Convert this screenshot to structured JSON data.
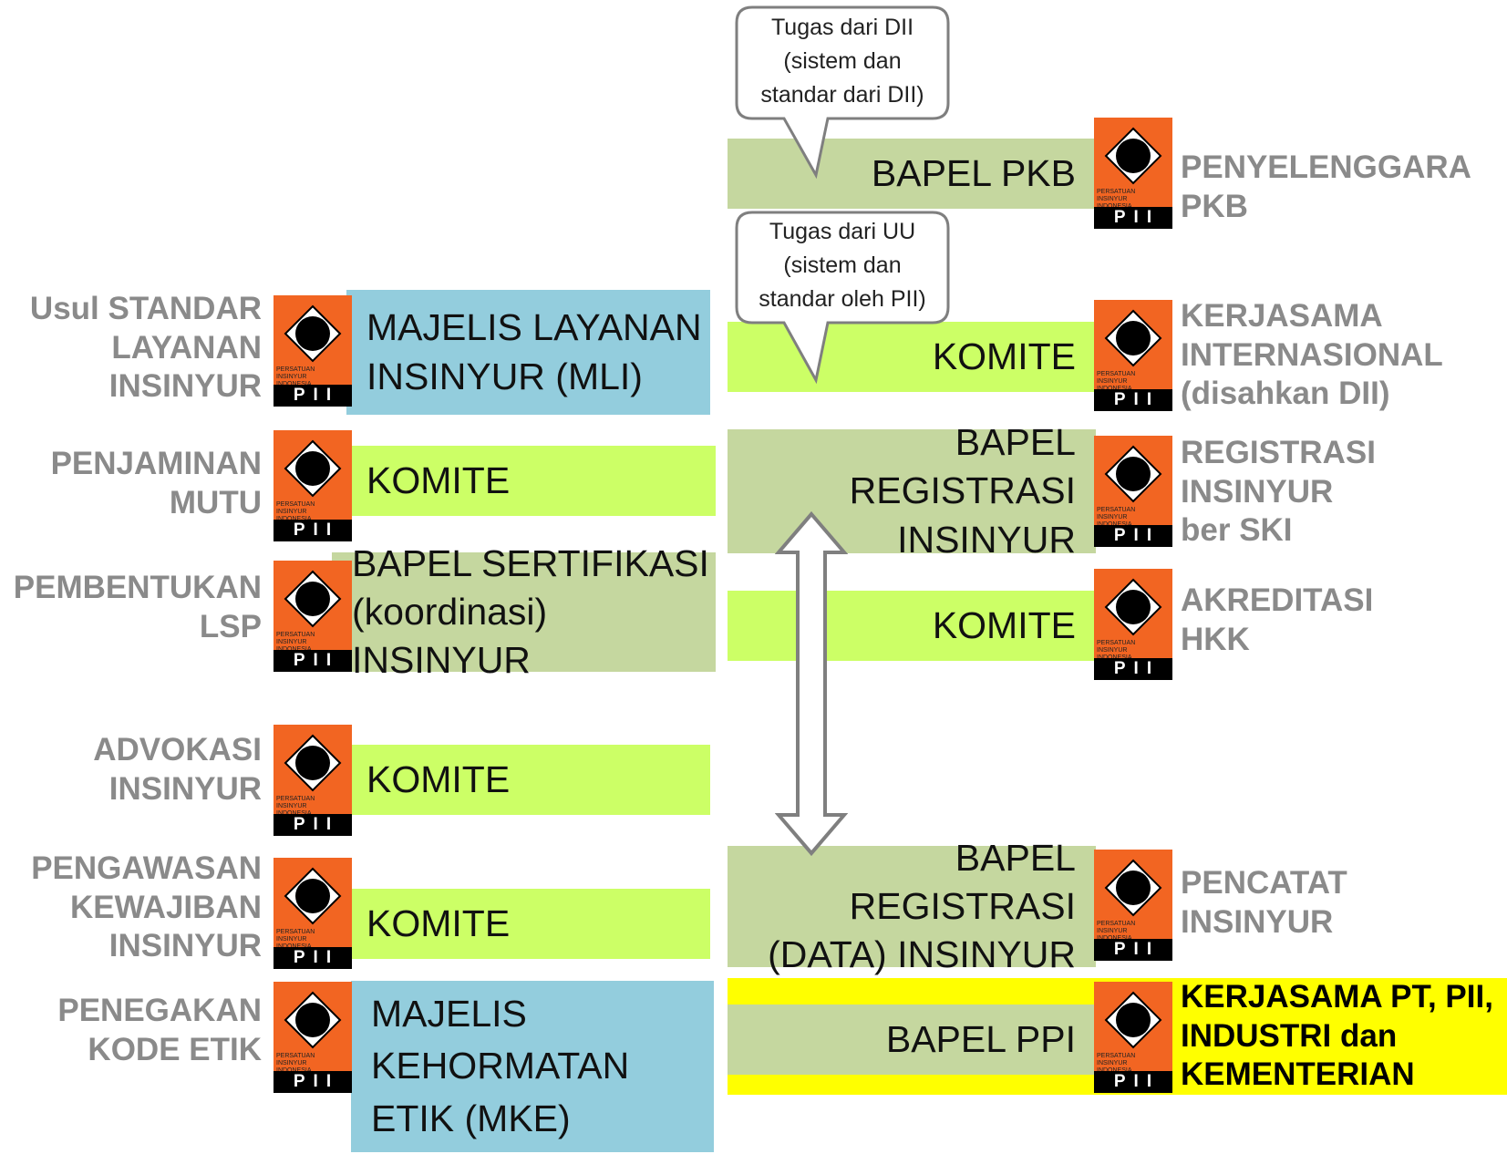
{
  "left": {
    "rows": [
      {
        "label": [
          "Usul STANDAR",
          "LAYANAN",
          "INSINYUR"
        ],
        "box": [
          "MAJELIS LAYANAN",
          "INSINYUR (MLI)"
        ]
      },
      {
        "label": [
          "PENJAMINAN",
          "MUTU"
        ],
        "box": [
          "KOMITE"
        ]
      },
      {
        "label": [
          "PEMBENTUKAN",
          "LSP"
        ],
        "box": [
          "BAPEL SERTIFIKASI",
          "(koordinasi) INSINYUR"
        ]
      },
      {
        "label": [
          "ADVOKASI",
          "INSINYUR"
        ],
        "box": [
          "KOMITE"
        ]
      },
      {
        "label": [
          "PENGAWASAN",
          "KEWAJIBAN",
          "INSINYUR"
        ],
        "box": [
          "KOMITE"
        ]
      },
      {
        "label": [
          "PENEGAKAN",
          "KODE ETIK"
        ],
        "box": [
          "MAJELIS",
          "KEHORMATAN",
          "ETIK (MKE)"
        ]
      }
    ]
  },
  "right": {
    "rows": [
      {
        "box": [
          "BAPEL PKB"
        ],
        "label": [
          "PENYELENGGARA",
          "PKB"
        ]
      },
      {
        "box": [
          "KOMITE"
        ],
        "label": [
          "KERJASAMA",
          "INTERNASIONAL",
          "(disahkan DII)"
        ]
      },
      {
        "box": [
          "BAPEL REGISTRASI",
          "INSINYUR"
        ],
        "label": [
          "REGISTRASI",
          "INSINYUR",
          "ber SKI"
        ]
      },
      {
        "box": [
          "KOMITE"
        ],
        "label": [
          "AKREDITASI",
          "HKK"
        ]
      },
      {
        "box": [
          "BAPEL REGISTRASI",
          "(DATA) INSINYUR"
        ],
        "label": [
          "PENCATAT",
          "INSINYUR"
        ]
      },
      {
        "box": [
          "BAPEL PPI"
        ],
        "label": [
          "KERJASAMA PT, PII,",
          "INDUSTRI dan",
          "KEMENTERIAN"
        ]
      }
    ]
  },
  "callouts": [
    {
      "lines": [
        "Tugas dari DII",
        "(sistem dan",
        "standar dari DII)"
      ]
    },
    {
      "lines": [
        "Tugas dari UU",
        "(sistem dan",
        "standar oleh PII)"
      ]
    }
  ],
  "logo": {
    "name": "pii-logo",
    "small_text": [
      "PERSATUAN",
      "INSINYUR",
      "INDONESIA"
    ],
    "bar_text": "PII"
  },
  "colors": {
    "green": "#c5d79f",
    "lime": "#ccff66",
    "blue": "#93cddd",
    "highlight": "#ffff00",
    "logo_orange": "#f26522",
    "label_gray": "#8a8a8a"
  }
}
